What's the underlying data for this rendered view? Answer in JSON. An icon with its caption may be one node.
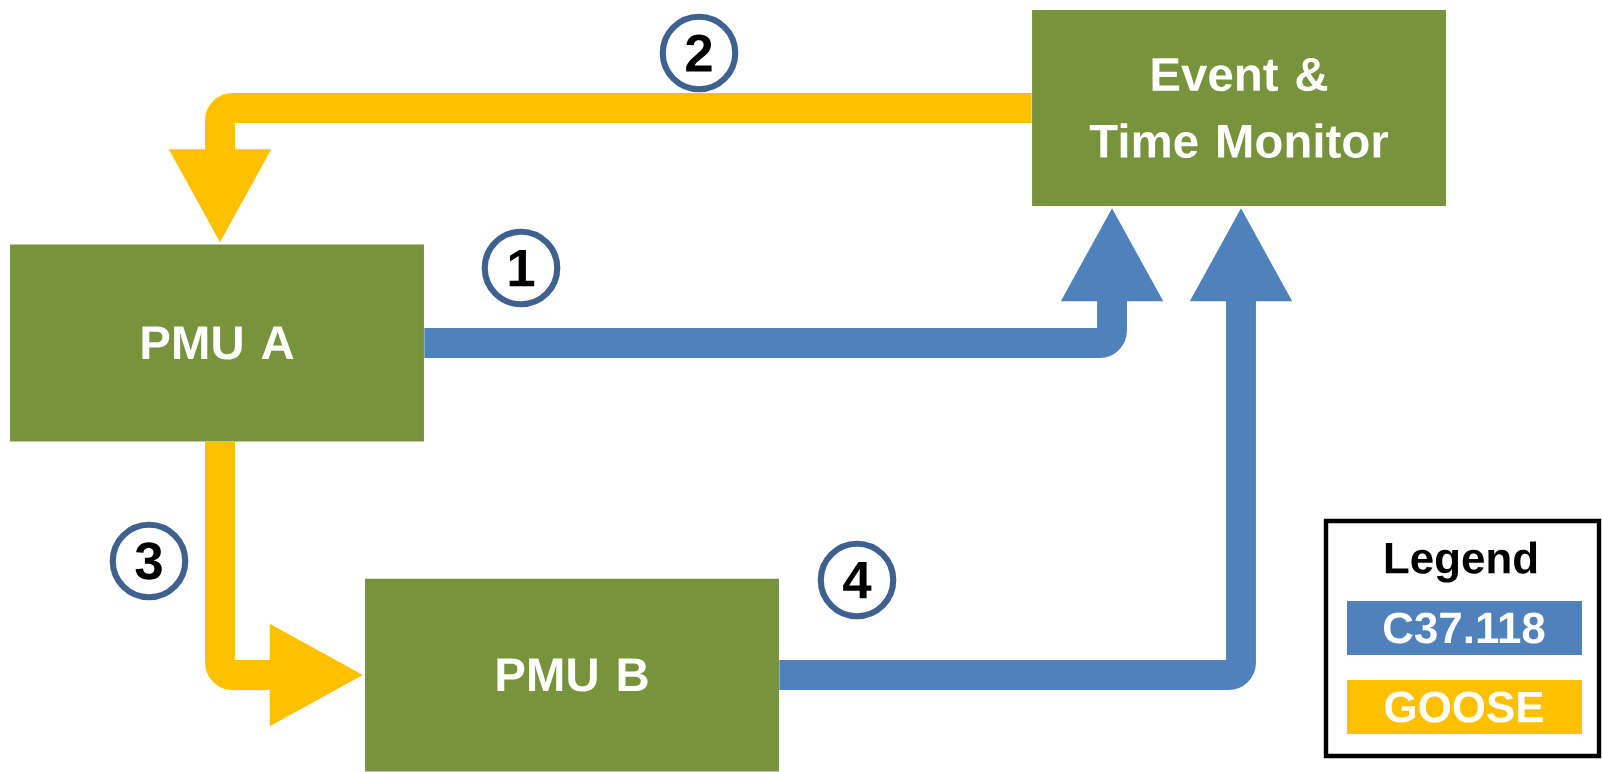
{
  "diagram": {
    "nodes": [
      {
        "text": [
          "Event & Time Monitor"
        ]
      },
      {
        "text": [
          "PMU A"
        ]
      },
      {
        "text": [
          "PMU B"
        ]
      }
    ],
    "edges": [
      {
        "from": 1,
        "to": 0,
        "arrow": "to",
        "label": "1",
        "color": "#4f81bd"
      },
      {
        "from": 0,
        "to": 1,
        "arrow": "to",
        "label": "2",
        "color": "#ffc000"
      },
      {
        "from": 1,
        "to": 2,
        "arrow": "to",
        "label": "3",
        "color": "#ffc000"
      },
      {
        "from": 2,
        "to": 0,
        "arrow": "to",
        "label": "4",
        "color": "#4f81bd"
      }
    ],
    "labels": [
      "Legend"
    ],
    "legend": [
      {
        "text": "C37.118",
        "color": "#4f81bd"
      },
      {
        "text": "GOOSE",
        "color": "#ffc000"
      }
    ]
  }
}
